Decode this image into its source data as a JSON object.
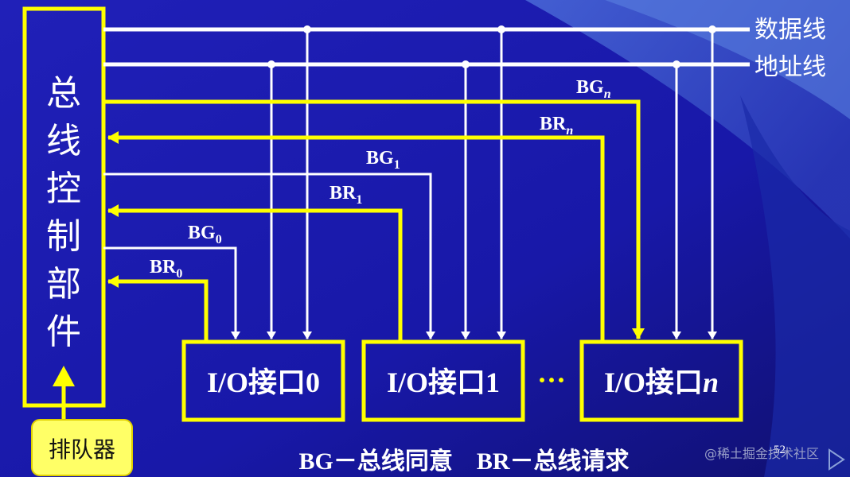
{
  "bus_control_unit": {
    "chars": [
      "总",
      "线",
      "控",
      "制",
      "部",
      "件"
    ]
  },
  "arbiter": {
    "label": "排队器"
  },
  "buses": {
    "data": "数据线",
    "address": "地址线"
  },
  "signals": {
    "bg_n": {
      "main": "BG",
      "sub": "n"
    },
    "br_n": {
      "main": "BR",
      "sub": "n"
    },
    "bg_1": {
      "main": "BG",
      "sub": "1"
    },
    "br_1": {
      "main": "BR",
      "sub": "1"
    },
    "bg_0": {
      "main": "BG",
      "sub": "0"
    },
    "br_0": {
      "main": "BR",
      "sub": "0"
    }
  },
  "interfaces": {
    "io0": {
      "prefix": "I/O接口",
      "index": "0"
    },
    "io1": {
      "prefix": "I/O接口",
      "index": "1"
    },
    "ion": {
      "prefix": "I/O接口",
      "index": "n"
    }
  },
  "ellipsis": "···",
  "legend": "BG－总线同意　BR－总线请求",
  "page_number": "52",
  "watermark": "@稀土掘金技术社区",
  "colors": {
    "background": "#1a1aa0",
    "highlight": "#ffff00",
    "line": "#ffffff",
    "arbiter_fill": "#ffff66"
  }
}
